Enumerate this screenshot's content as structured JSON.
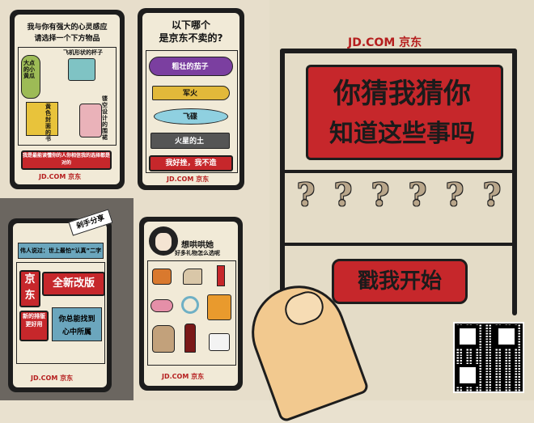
{
  "card1": {
    "title_line1": "我与你有强大的心灵感应",
    "title_line2": "请选择一个下方物品",
    "item_a": "大点的小黄瓜",
    "item_b": "飞机形状的杯子",
    "item_c": "黄色封面的书",
    "item_d": "镂空设计的围裙",
    "footer_box": "我是最能读懂你的人你相信我的选择都是对的",
    "brand": "JD.COM 京东"
  },
  "card2": {
    "title_line1": "以下哪个",
    "title_line2": "是京东不卖的?",
    "options": [
      "粗壮的茄子",
      "军火",
      "飞碟",
      "火星的土",
      "我好挫，我不造"
    ],
    "brand": "JD.COM 京东"
  },
  "card3": {
    "tag": "剁手分享",
    "quote": "伟人说过：世上最怕“认真”二字",
    "left_box": "京东",
    "banner": "全新改版",
    "small_box": "新的排版更好用",
    "blue_box_line1": "你总能找到",
    "blue_box_line2": "心中所属",
    "brand": "JD.COM 京东"
  },
  "card4": {
    "title_line1": "想哄哄她",
    "title_line2": "好多礼物怎么选呢",
    "brand": "JD.COM 京东"
  },
  "main": {
    "brand": "JD.COM 京东",
    "headline_line1": "你猜我猜你",
    "headline_line2": "知道这些事吗",
    "cta": "戳我开始",
    "question_marks": [
      "?",
      "?",
      "?",
      "?",
      "?",
      "?"
    ]
  },
  "colors": {
    "accent_red": "#c6272b",
    "frame": "#1d1d1d",
    "paper": "#f1ead7"
  }
}
